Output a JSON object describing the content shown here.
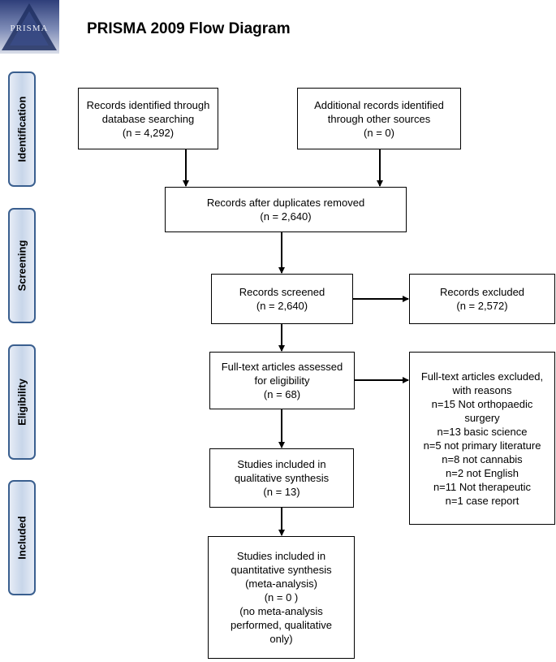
{
  "logo": {
    "text": "PRISMA"
  },
  "title": "PRISMA 2009 Flow Diagram",
  "stages": {
    "identification": "Identification",
    "screening": "Screening",
    "eligibility": "Eligibility",
    "included": "Included"
  },
  "boxes": {
    "db_search": [
      "Records identified through",
      "database searching",
      "(n = 4,292)"
    ],
    "other_sources": [
      "Additional records identified",
      "through other sources",
      "(n = 0)"
    ],
    "dedup": [
      "Records after duplicates removed",
      "(n = 2,640)"
    ],
    "screened": [
      "Records screened",
      "(n = 2,640)"
    ],
    "excluded": [
      "Records excluded",
      "(n = 2,572)"
    ],
    "fulltext": [
      "Full-text articles assessed",
      "for eligibility",
      "(n = 68)"
    ],
    "fulltext_excluded": [
      "Full-text articles excluded,",
      "with reasons",
      "n=15 Not orthopaedic",
      "surgery",
      "n=13 basic science",
      "n=5 not primary literature",
      "n=8 not cannabis",
      "n=2 not English",
      "n=11 Not therapeutic",
      "n=1 case report"
    ],
    "qualitative": [
      "Studies included in",
      "qualitative synthesis",
      "(n = 13)"
    ],
    "quantitative": [
      "Studies included in",
      "quantitative synthesis",
      "(meta-analysis)",
      "(n = 0  )",
      "(no meta-analysis",
      "performed, qualitative",
      "only)"
    ]
  }
}
